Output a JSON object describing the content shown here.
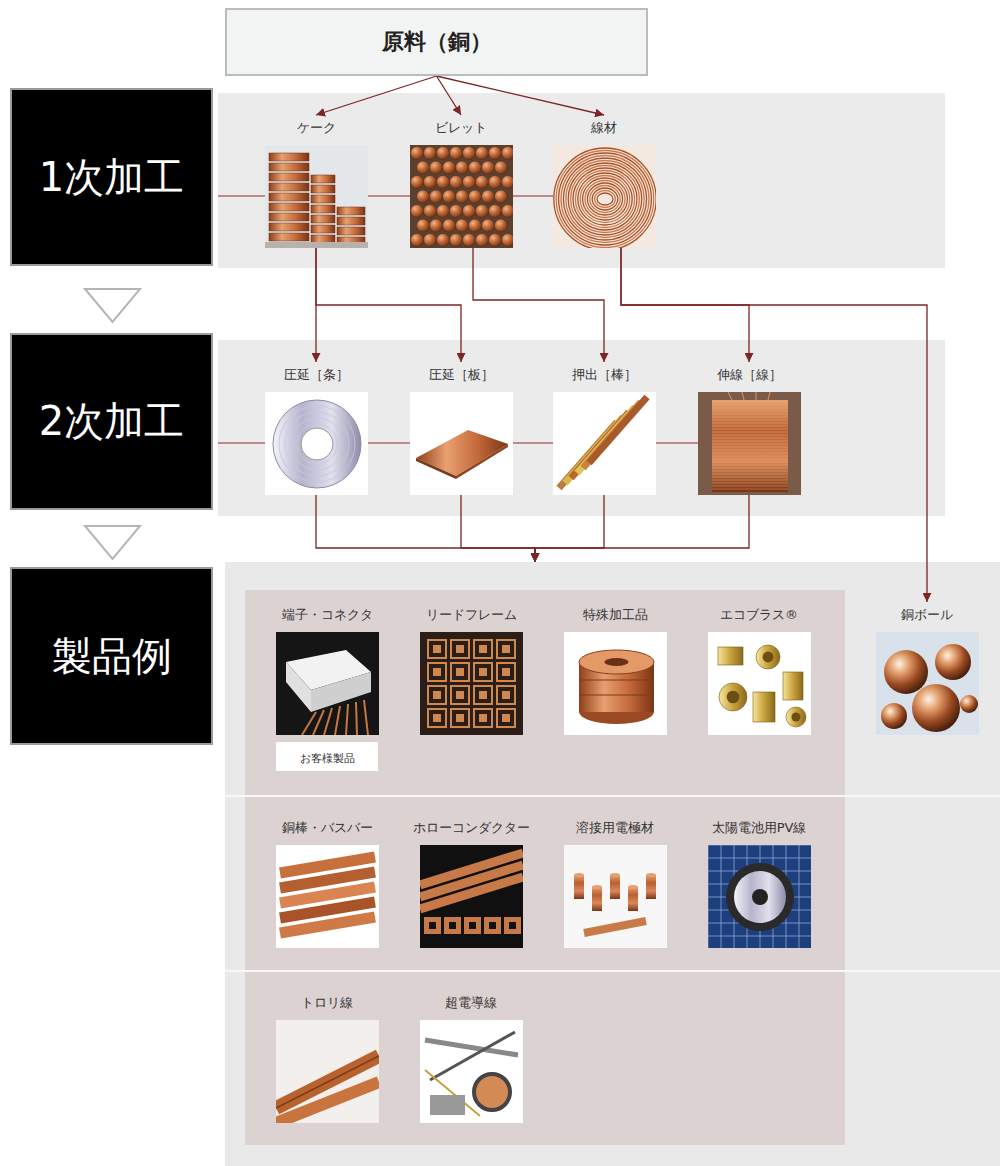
{
  "diagram": {
    "nodes": [
      {
        "text": [
          "原料（銅）"
        ]
      },
      {
        "text": [
          "1次加工"
        ]
      },
      {
        "text": [
          "ケーク"
        ],
        "in": 1
      },
      {
        "text": [
          "ビレット"
        ],
        "in": 1
      },
      {
        "text": [
          "線材"
        ],
        "in": 1
      },
      {
        "text": [
          "2次加工"
        ]
      },
      {
        "text": [
          "圧延［条］"
        ],
        "in": 5
      },
      {
        "text": [
          "圧延［板］"
        ],
        "in": 5
      },
      {
        "text": [
          "押出［棒］"
        ],
        "in": 5
      },
      {
        "text": [
          "伸線［線］"
        ],
        "in": 5
      },
      {
        "text": [
          "製品例"
        ]
      },
      {
        "text": [
          "端子・コネクタ"
        ],
        "in": 10
      },
      {
        "text": [
          "お客様製品"
        ],
        "in": 10
      },
      {
        "text": [
          "リードフレーム"
        ],
        "in": 10
      },
      {
        "text": [
          "特殊加工品"
        ],
        "in": 10
      },
      {
        "text": [
          "エコブラス®"
        ],
        "in": 10
      },
      {
        "text": [
          "銅ボール"
        ],
        "in": 10
      },
      {
        "text": [
          "銅棒・バスバー"
        ],
        "in": 10
      },
      {
        "text": [
          "ホローコンダクター"
        ],
        "in": 10
      },
      {
        "text": [
          "溶接用電極材"
        ],
        "in": 10
      },
      {
        "text": [
          "太陽電池用PV線"
        ],
        "in": 10
      },
      {
        "text": [
          "トロリ線"
        ],
        "in": 10
      },
      {
        "text": [
          "超電導線"
        ],
        "in": 10
      }
    ],
    "edges": [
      {
        "from": 0,
        "to": 2,
        "arrow": "to"
      },
      {
        "from": 0,
        "to": 3,
        "arrow": "to"
      },
      {
        "from": 0,
        "to": 4,
        "arrow": "to"
      },
      {
        "from": 2,
        "to": 6,
        "arrow": "to"
      },
      {
        "from": 2,
        "to": 7,
        "arrow": "to"
      },
      {
        "from": 3,
        "to": 8,
        "arrow": "to"
      },
      {
        "from": 4,
        "to": 9,
        "arrow": "to"
      },
      {
        "from": 4,
        "to": 16,
        "arrow": "to"
      },
      {
        "from": 6,
        "to": 10,
        "arrow": "to"
      },
      {
        "from": 7,
        "to": 10,
        "arrow": "to"
      },
      {
        "from": 8,
        "to": 10,
        "arrow": "to"
      },
      {
        "from": 9,
        "to": 10,
        "arrow": "to"
      }
    ]
  }
}
